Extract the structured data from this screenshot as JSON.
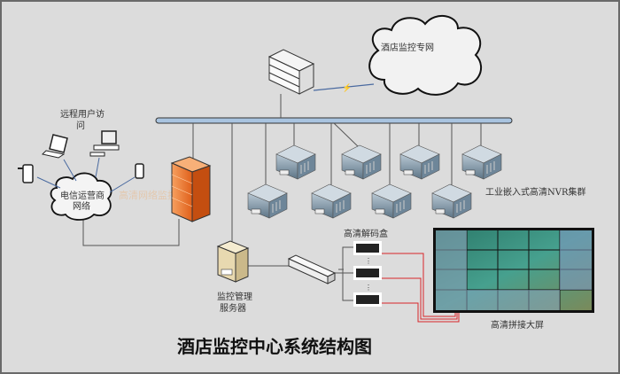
{
  "title": "酒店监控中心系统结构图",
  "labels": {
    "remote_users": [
      "远程用户访",
      "问"
    ],
    "telecom_network": [
      "电信运营商",
      "网络"
    ],
    "hotel_private_network": "酒店监控专网",
    "nvr_cluster": "工业嵌入式高清NVR集群",
    "decoder_box": "高清解码盒",
    "management_server": [
      "监控管理",
      "服务器"
    ],
    "video_wall": "高清拼接大屏"
  },
  "watermark": "高清网络监控在线",
  "colors": {
    "bus": "#a9c4e0",
    "firewall": "#f07a2a",
    "video_cable": "#d9262a",
    "wireless_link": "#e8e020"
  }
}
